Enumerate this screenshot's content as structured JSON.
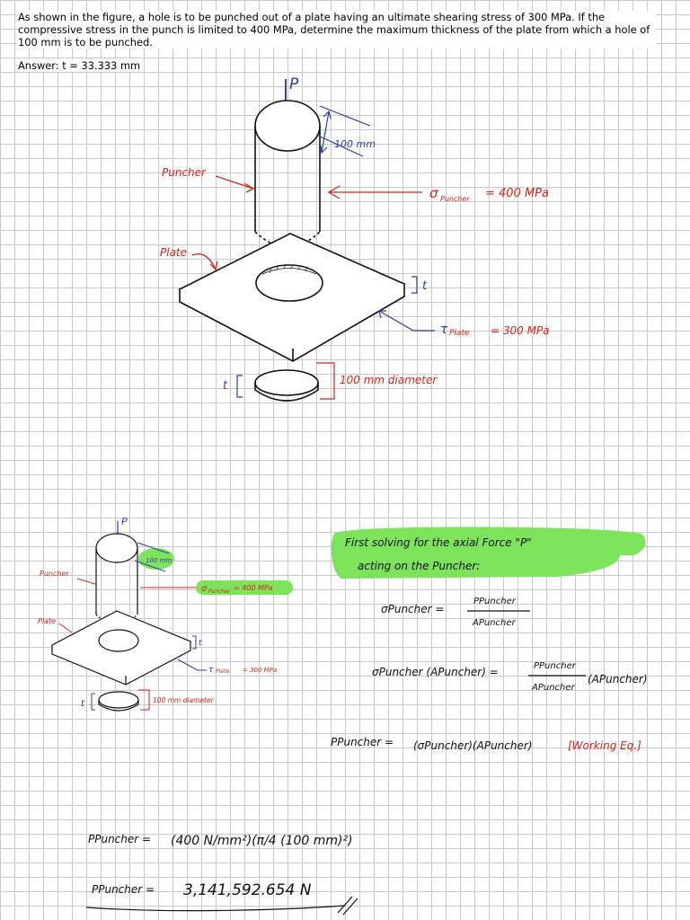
{
  "problem": {
    "statement": "As shown in the figure, a hole is to be punched out of a plate having an ultimate shearing stress of 300 MPa. If the compressive stress in the punch is limited to 400 MPa, determine the maximum thickness of the plate from which a hole of 100 mm is to be punched.",
    "answer": "Answer: t = 33.333 mm"
  },
  "figure": {
    "load_label": "P",
    "puncher_label": "Puncher",
    "plate_label": "Plate",
    "dim_label": "100 mm",
    "sigma_label": "σ",
    "sigma_sub": "Puncher",
    "sigma_value": "= 400 MPa",
    "thickness_label": "t",
    "tau_label": "τ",
    "tau_sub": "Plate",
    "tau_value": "= 300 MPa",
    "diameter_label": "100 mm diameter"
  },
  "solution": {
    "intro_line1": "First solving for the axial Force \"P\"",
    "intro_line2": "acting on the Puncher:",
    "eq1_lhs": "σPuncher  =",
    "eq1_num": "PPuncher",
    "eq1_den": "APuncher",
    "eq2_lhs": "σPuncher (APuncher)  =",
    "eq2_num": "PPuncher",
    "eq2_den": "APuncher",
    "eq2_mult": "(APuncher)",
    "eq3_lhs": "PPuncher   =",
    "eq3_rhs": "(σPuncher)(APuncher)",
    "eq3_note": "[Working Eq.]",
    "eq4_lhs": "PPuncher  =",
    "eq4_rhs": "(400 N/mm²)(π/4 (100 mm)²)",
    "eq5_lhs": "PPuncher  =",
    "eq5_rhs": "3,141,592.654 N"
  },
  "colors": {
    "red": "#e0201b",
    "blue": "#2f3ca8",
    "highlight": "#7de35a",
    "ink": "#111111"
  }
}
